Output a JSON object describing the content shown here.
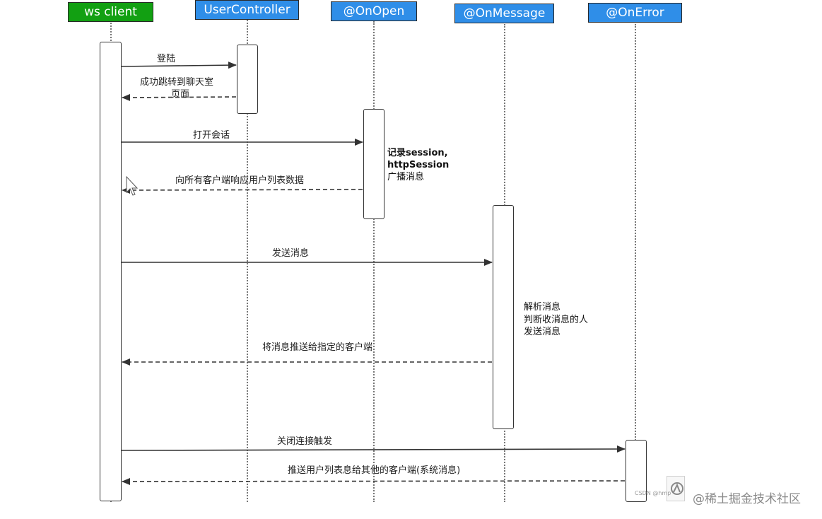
{
  "participants": [
    {
      "id": "client",
      "label": "ws client",
      "color": "#12a012"
    },
    {
      "id": "usercontroller",
      "label": "UserController",
      "color": "#2f8ee8"
    },
    {
      "id": "onopen",
      "label": "@OnOpen",
      "color": "#2f8ee8"
    },
    {
      "id": "onmessage",
      "label": "@OnMessage",
      "color": "#2f8ee8"
    },
    {
      "id": "onerror",
      "label": "@OnError",
      "color": "#2f8ee8"
    }
  ],
  "messages": [
    {
      "from": "ws client",
      "to": "UserController",
      "style": "solid",
      "label": "登陆"
    },
    {
      "from": "UserController",
      "to": "ws client",
      "style": "dashed",
      "label_lines": [
        "成功跳转到聊天室",
        "页面"
      ]
    },
    {
      "from": "ws client",
      "to": "@OnOpen",
      "style": "solid",
      "label": "打开会话"
    },
    {
      "from": "@OnOpen",
      "to": "ws client",
      "style": "dashed",
      "label": "向所有客户端响应用户列表数据"
    },
    {
      "from": "ws client",
      "to": "@OnMessage",
      "style": "solid",
      "label": "发送消息"
    },
    {
      "from": "@OnMessage",
      "to": "ws client",
      "style": "dashed",
      "label": "将消息推送给指定的客户端"
    },
    {
      "from": "ws client",
      "to": "@OnError",
      "style": "solid",
      "label": "关闭连接触发"
    },
    {
      "from": "@OnError",
      "to": "ws client",
      "style": "dashed",
      "label": "推送用户列表息给其他的客户端(系统消息)"
    }
  ],
  "notes": {
    "onopen": [
      "记录session,",
      "httpSession",
      "广播消息"
    ],
    "onmessage": [
      "解析消息",
      "判断收消息的人",
      "发送消息"
    ]
  },
  "watermark": {
    "csdn": "CSDN @hmp",
    "site": "@稀土掘金技术社区"
  }
}
